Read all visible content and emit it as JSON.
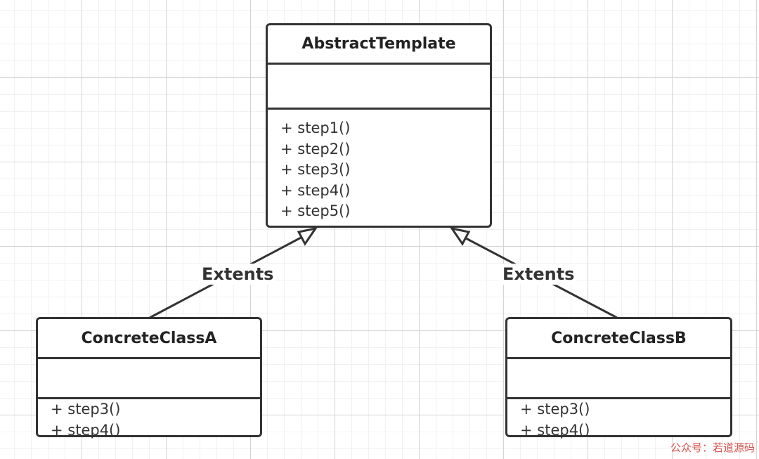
{
  "classes": {
    "abstract": {
      "name": "AbstractTemplate",
      "methods": [
        "+ step1()",
        "+ step2()",
        "+ step3()",
        "+ step4()",
        "+ step5()"
      ]
    },
    "concrete_a": {
      "name": "ConcreteClassA",
      "methods": [
        "+ step3()",
        "+ step4()"
      ]
    },
    "concrete_b": {
      "name": "ConcreteClassB",
      "methods": [
        "+ step3()",
        "+ step4()"
      ]
    }
  },
  "relations": {
    "left_label": "Extents",
    "right_label": "Extents"
  },
  "watermark": "公众号：若道源码"
}
